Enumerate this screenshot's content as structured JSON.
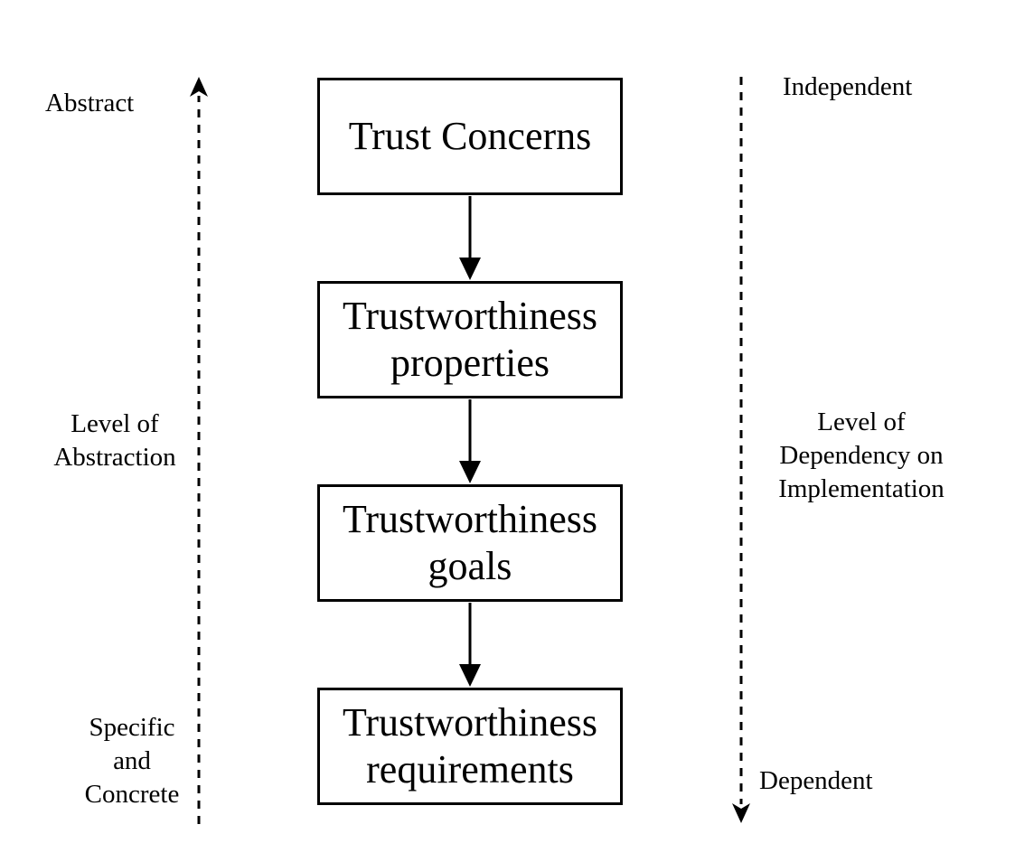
{
  "boxes": {
    "trust_concerns": {
      "lines": [
        "Trust Concerns"
      ]
    },
    "properties": {
      "lines": [
        "Trustworthiness",
        "properties"
      ]
    },
    "goals": {
      "lines": [
        "Trustworthiness",
        "goals"
      ]
    },
    "requirements": {
      "lines": [
        "Trustworthiness",
        "requirements"
      ]
    }
  },
  "left_axis": {
    "top_label": "Abstract",
    "middle_label": [
      "Level of",
      "Abstraction"
    ],
    "bottom_label": [
      "Specific",
      "and",
      "Concrete"
    ]
  },
  "right_axis": {
    "top_label": "Independent",
    "middle_label": [
      "Level of",
      "Dependency on",
      "Implementation"
    ],
    "bottom_label": "Dependent"
  },
  "colors": {
    "stroke": "#000000",
    "background": "#ffffff"
  }
}
